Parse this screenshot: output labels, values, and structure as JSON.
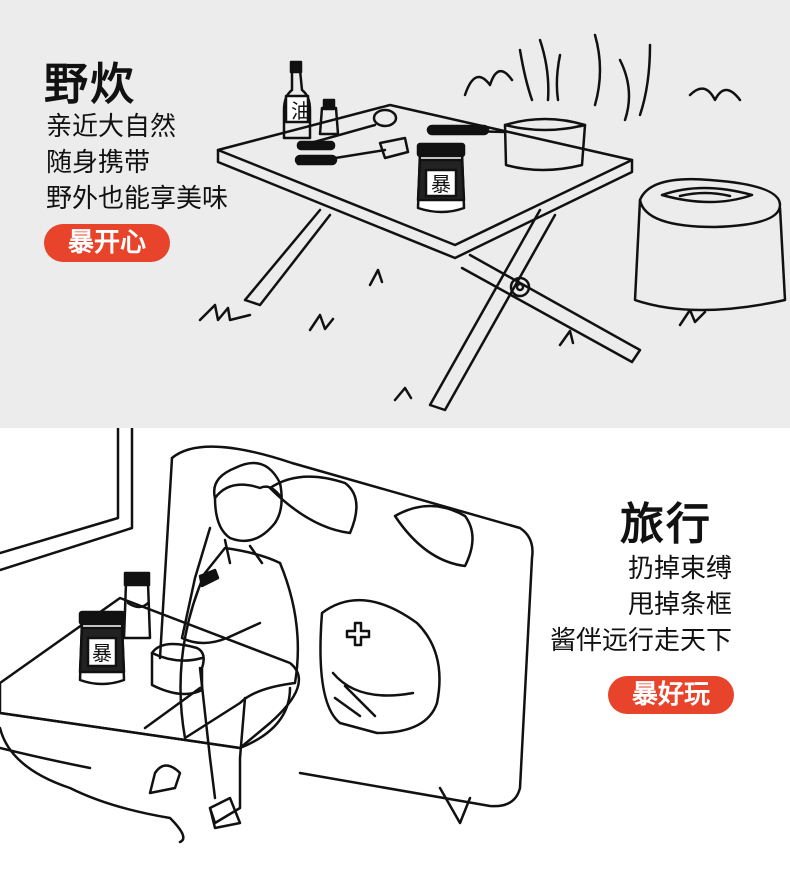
{
  "camping": {
    "title": "野炊",
    "lines": [
      "亲近大自然",
      "随身携带",
      "野外也能享美味"
    ],
    "badge": "暴开心",
    "bottle_label": "油",
    "jar_label": "暴"
  },
  "travel": {
    "title": "旅行",
    "lines": [
      "扔掉束缚",
      "甩掉条框",
      "酱伴远行走天下"
    ],
    "badge": "暴好玩",
    "jar_label": "暴"
  },
  "colors": {
    "accent": "#e8432b",
    "ink": "#111111",
    "top_bg": "#ececec"
  }
}
